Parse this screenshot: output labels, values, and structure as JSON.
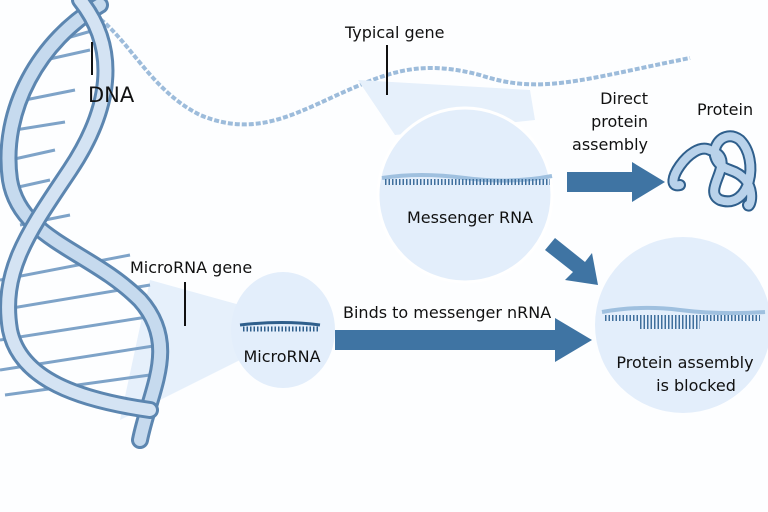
{
  "labels": {
    "dna": "DNA",
    "typical_gene": "Typical gene",
    "direct_protein_assembly": [
      "Direct",
      "protein",
      "assembly"
    ],
    "protein": "Protein",
    "messenger_rna": "Messenger RNA",
    "microrna_gene": "MicroRNA gene",
    "microrna": "MicroRNA",
    "binds_to": "Binds to messenger nRNA",
    "blocked": [
      "Protein assembly",
      "is blocked"
    ]
  },
  "colors": {
    "arrow": "#3f74a3",
    "circle_fill": "#e3eefb",
    "helix_light": "#c6daee",
    "helix_dark": "#5c86b0",
    "strand": "#8fb1d4"
  }
}
